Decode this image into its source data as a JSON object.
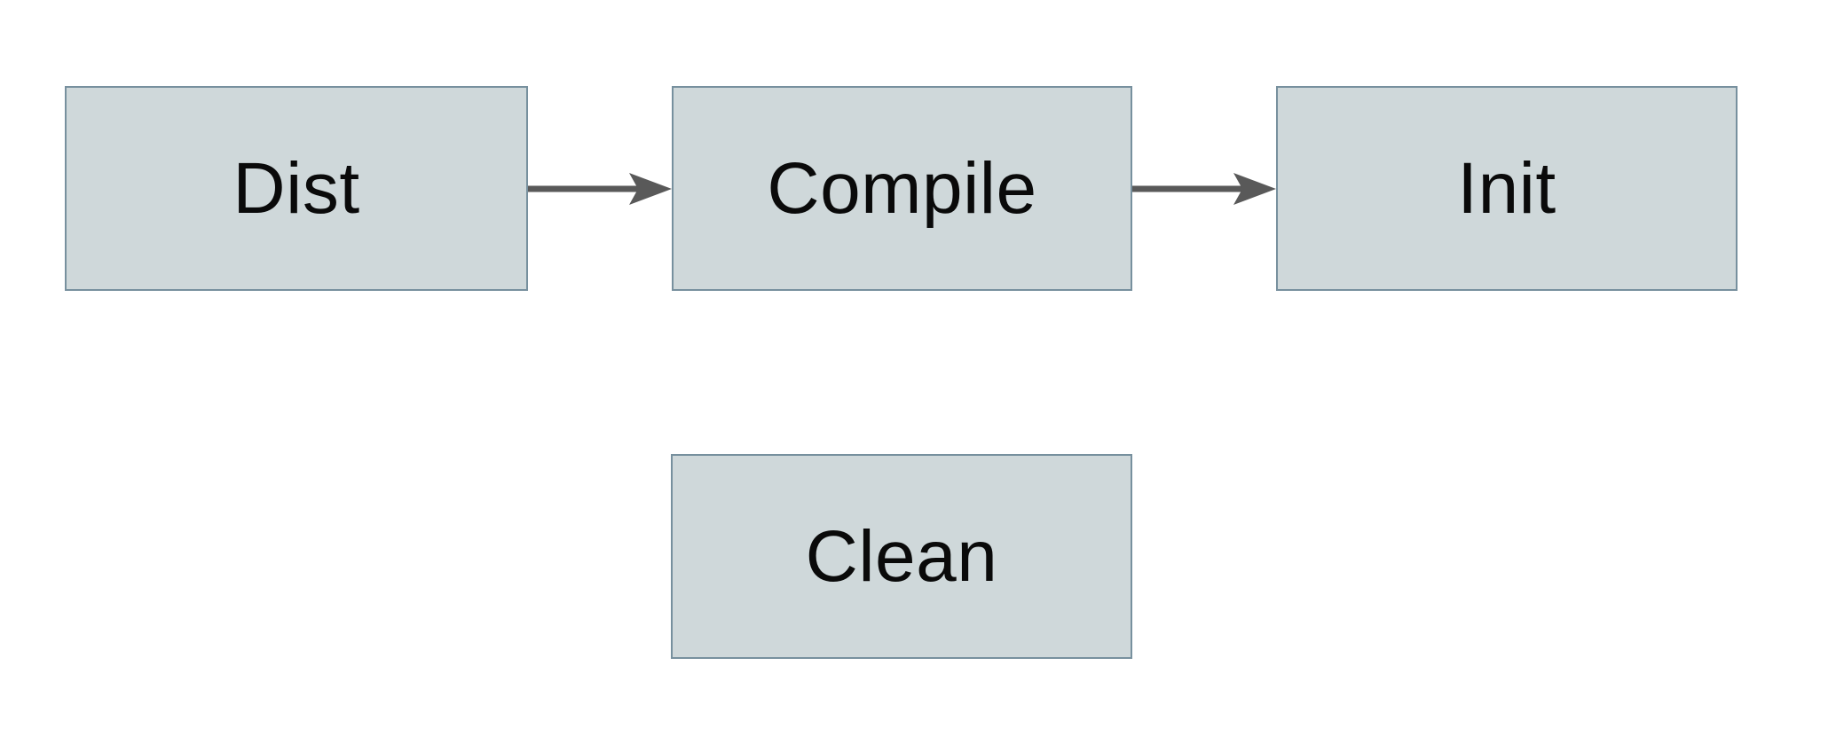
{
  "diagram": {
    "nodes": [
      {
        "id": "dist",
        "label": "Dist"
      },
      {
        "id": "compile",
        "label": "Compile"
      },
      {
        "id": "init",
        "label": "Init"
      },
      {
        "id": "clean",
        "label": "Clean"
      }
    ],
    "edges": [
      {
        "from": "Dist",
        "to": "Compile"
      },
      {
        "from": "Compile",
        "to": "Init"
      }
    ],
    "colors": {
      "background": "#ffffff",
      "node_fill": "#cfd8da",
      "node_border": "#77909e",
      "arrow": "#595959",
      "label_text": "#0a0a0a"
    }
  }
}
